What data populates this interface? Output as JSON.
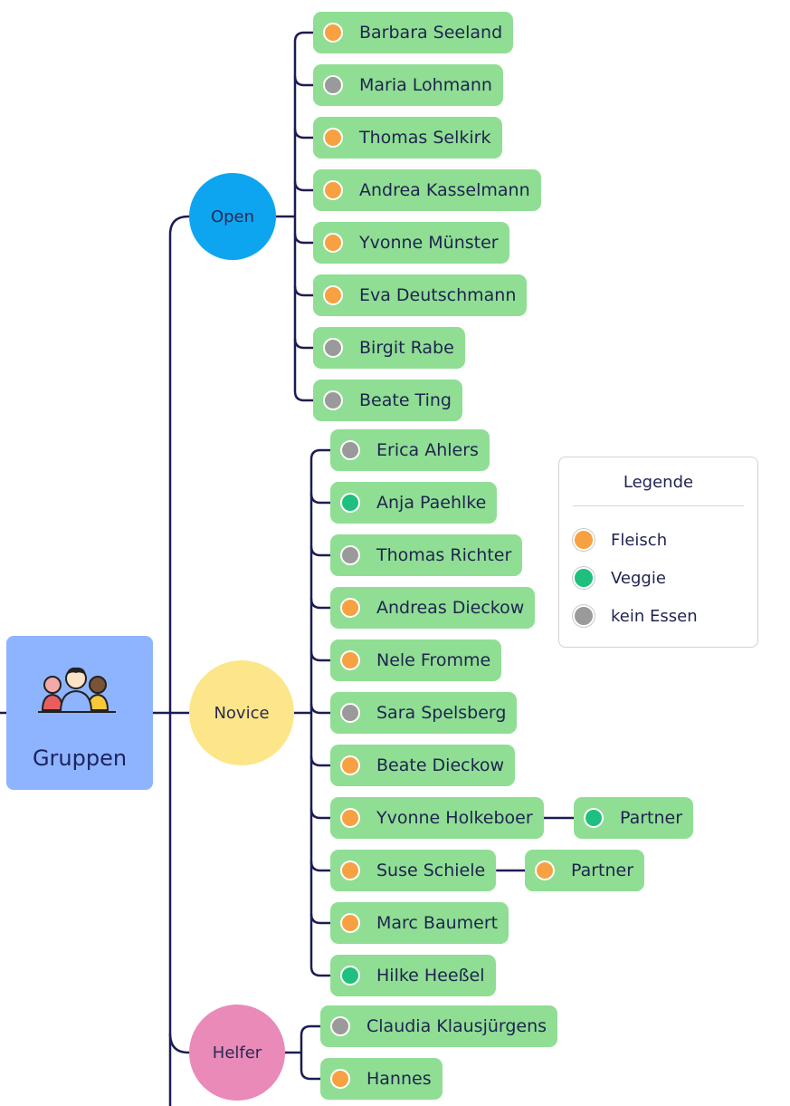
{
  "colors": {
    "fleisch": "#f7a142",
    "veggie": "#1fbf7f",
    "kein": "#9a9a9a",
    "pill": "#8fde93",
    "connector": "#1c1c54"
  },
  "root": {
    "label": "Gruppen",
    "icon": "people-group-icon"
  },
  "groups": [
    {
      "label": "Open",
      "color": "#0ea5f0",
      "members": [
        {
          "name": "Barbara Seeland",
          "diet": "fleisch"
        },
        {
          "name": "Maria Lohmann",
          "diet": "kein"
        },
        {
          "name": "Thomas Selkirk",
          "diet": "fleisch"
        },
        {
          "name": "Andrea Kasselmann",
          "diet": "fleisch"
        },
        {
          "name": "Yvonne Münster",
          "diet": "fleisch"
        },
        {
          "name": "Eva Deutschmann",
          "diet": "fleisch"
        },
        {
          "name": "Birgit Rabe",
          "diet": "kein"
        },
        {
          "name": "Beate Ting",
          "diet": "kein"
        }
      ]
    },
    {
      "label": "Novice",
      "color": "#fde689",
      "members": [
        {
          "name": "Erica Ahlers",
          "diet": "kein"
        },
        {
          "name": "Anja Paehlke",
          "diet": "veggie"
        },
        {
          "name": "Thomas Richter",
          "diet": "kein"
        },
        {
          "name": "Andreas Dieckow",
          "diet": "fleisch"
        },
        {
          "name": "Nele Fromme",
          "diet": "fleisch"
        },
        {
          "name": "Sara Spelsberg",
          "diet": "kein"
        },
        {
          "name": "Beate Dieckow",
          "diet": "fleisch"
        },
        {
          "name": "Yvonne Holkeboer",
          "diet": "fleisch",
          "partner": {
            "name": "Partner",
            "diet": "veggie"
          }
        },
        {
          "name": "Suse Schiele",
          "diet": "fleisch",
          "partner": {
            "name": "Partner",
            "diet": "fleisch"
          }
        },
        {
          "name": "Marc Baumert",
          "diet": "fleisch"
        },
        {
          "name": "Hilke Heeßel",
          "diet": "veggie"
        }
      ]
    },
    {
      "label": "Helfer",
      "color": "#e98ab8",
      "members": [
        {
          "name": "Claudia Klausjürgens",
          "diet": "kein"
        },
        {
          "name": "Hannes",
          "diet": "fleisch"
        }
      ]
    }
  ],
  "legend": {
    "title": "Legende",
    "items": [
      {
        "key": "fleisch",
        "label": "Fleisch"
      },
      {
        "key": "veggie",
        "label": "Veggie"
      },
      {
        "key": "kein",
        "label": "kein Essen"
      }
    ]
  }
}
